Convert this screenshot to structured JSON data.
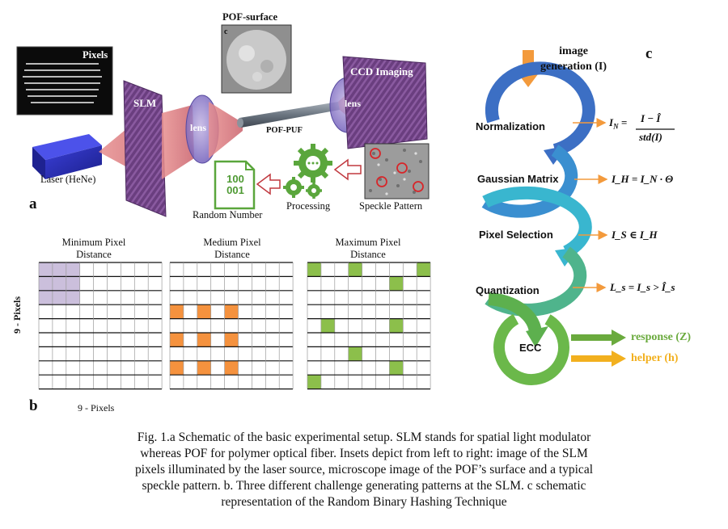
{
  "panel_a": {
    "letter": "a",
    "pixels_label": "Pixels",
    "pof_surface_label": "POF-surface",
    "pof_surface_inset_letter": "c",
    "slm_label": "SLM",
    "lens_left_label": "lens",
    "lens_right_label": "lens",
    "pof_puf_label": "POF-PUF",
    "ccd_label": "CCD Imaging",
    "laser_label": "Laser (HeNe)",
    "random_number_label": "Random Number",
    "random_number_digits_top": "100",
    "random_number_digits_bottom": "001",
    "processing_label": "Processing",
    "speckle_label": "Speckle Pattern"
  },
  "panel_b": {
    "letter": "b",
    "y_axis_label": "9 - Pixels",
    "x_axis_label": "9 - Pixels",
    "grids": [
      {
        "title_line1": "Minimum Pixel",
        "title_line2": "Distance",
        "color": "#cbbfdc",
        "cells": [
          [
            0,
            0
          ],
          [
            0,
            1
          ],
          [
            0,
            2
          ],
          [
            1,
            0
          ],
          [
            1,
            1
          ],
          [
            1,
            2
          ],
          [
            2,
            0
          ],
          [
            2,
            1
          ],
          [
            2,
            2
          ]
        ]
      },
      {
        "title_line1": "Medium Pixel",
        "title_line2": "Distance",
        "color": "#f5923e",
        "cells": [
          [
            3,
            0
          ],
          [
            3,
            2
          ],
          [
            3,
            4
          ],
          [
            5,
            0
          ],
          [
            5,
            2
          ],
          [
            5,
            4
          ],
          [
            7,
            0
          ],
          [
            7,
            2
          ],
          [
            7,
            4
          ]
        ]
      },
      {
        "title_line1": "Maximum Pixel",
        "title_line2": "Distance",
        "color": "#8cbf4b",
        "cells": [
          [
            0,
            0
          ],
          [
            0,
            3
          ],
          [
            0,
            8
          ],
          [
            1,
            6
          ],
          [
            4,
            1
          ],
          [
            4,
            6
          ],
          [
            6,
            3
          ],
          [
            7,
            6
          ],
          [
            8,
            0
          ]
        ]
      }
    ]
  },
  "panel_c": {
    "letter": "c",
    "input_line1": "image",
    "input_line2": "generation (I)",
    "steps": [
      "Normalization",
      "Gaussian Matrix",
      "Pixel Selection",
      "Quantization",
      "ECC"
    ],
    "eq_normalization_lhs": "I",
    "eq_normalization_sub": "N",
    "eq_normalization_num": "I − Î",
    "eq_normalization_den": "std(I)",
    "eq_gaussian": "I_H = I_N · Θ",
    "eq_selection": "I_S ∈ I_H",
    "eq_quantization": "L_s = I_s > Î_s",
    "output_response": "response (Z)",
    "output_helper": "helper (h)",
    "colors": {
      "orange": "#f39a3c",
      "blue": "#3c6fc4",
      "cyan": "#39b6cf",
      "green": "#6bb84a",
      "response_green": "#6aaa3d",
      "helper_yellow": "#f2b01e"
    }
  },
  "caption": {
    "line1": "Fig. 1.a Schematic of the basic experimental setup. SLM stands for spatial light modulator",
    "line2": "whereas POF for polymer optical fiber. Insets depict from left to right: image of the SLM",
    "line3": "pixels illuminated by the laser source, microscope image of the POF’s surface and a typical",
    "line4": "speckle pattern. b. Three different challenge generating patterns at the SLM. c schematic",
    "line5": "representation of the Random Binary Hashing Technique"
  }
}
